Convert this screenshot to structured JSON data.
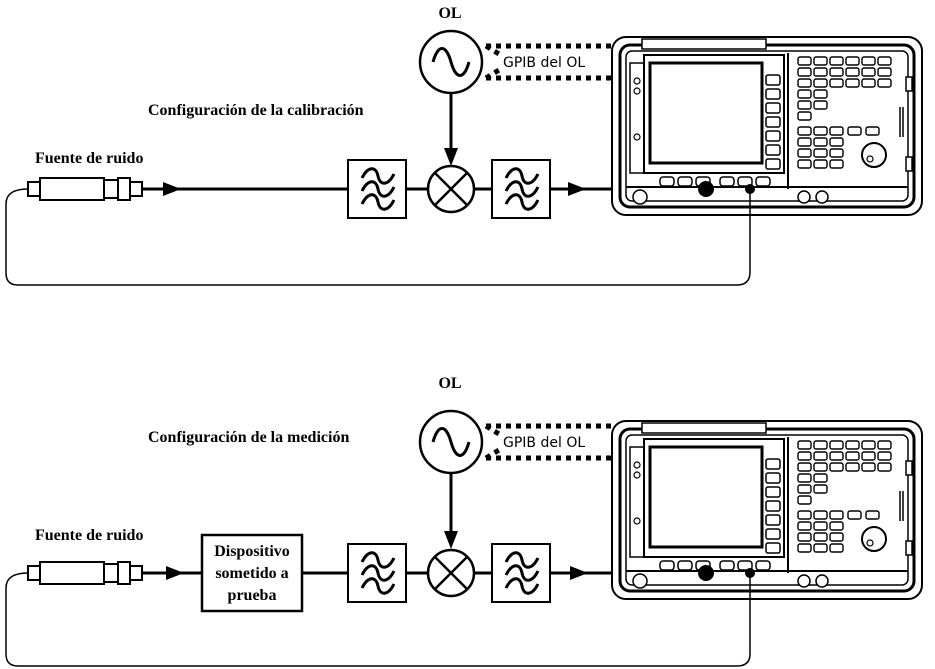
{
  "calibration": {
    "lo_label": "OL",
    "setup_title": "Configuración de la calibración",
    "noise_source_label": "Fuente de ruido",
    "gpib_label": "GPIB del OL"
  },
  "measurement": {
    "lo_label": "OL",
    "setup_title": "Configuración de la medición",
    "noise_source_label": "Fuente de ruido",
    "gpib_label": "GPIB del OL",
    "dut_label_lines": [
      "Dispositivo",
      "sometido a",
      "prueba"
    ]
  }
}
